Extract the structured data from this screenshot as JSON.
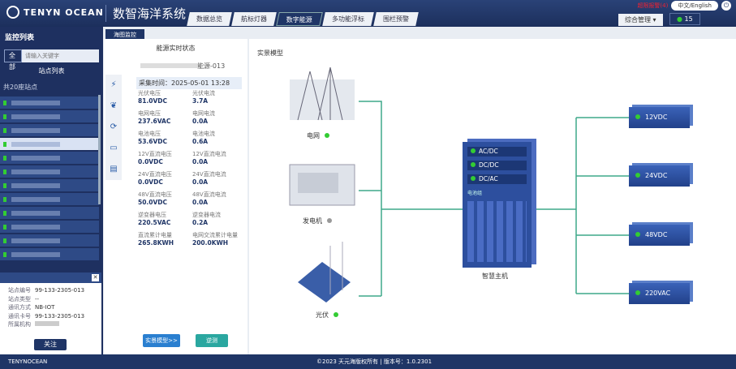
{
  "header": {
    "brand": "TENYN OCEAN",
    "system": "数智海洋系统",
    "tabs": [
      "数据总览",
      "航标灯器",
      "数字能源",
      "多功能浮标",
      "围栏预警"
    ],
    "active_tab": "数字能源",
    "alert": "超限报警(4)",
    "lang": "中文/English",
    "mgmt": "综合管理",
    "count": "15"
  },
  "sidebar": {
    "title": "监控列表",
    "filter": "全部",
    "search_placeholder": "请输入关键字",
    "list_title": "站点列表",
    "total": "共20座站点"
  },
  "info": {
    "rows": [
      {
        "k": "站点编号",
        "v": "99-133-2305-013"
      },
      {
        "k": "站点类型",
        "v": "--"
      },
      {
        "k": "通讯方式",
        "v": "NB-IOT"
      },
      {
        "k": "通讯卡号",
        "v": "99-133-2305-013"
      },
      {
        "k": "所属机构",
        "v": ""
      }
    ],
    "follow": "关注"
  },
  "breadcrumb": "海图监控",
  "panel": {
    "title": "能源实时状态",
    "device": "能源-013",
    "time_label": "采集时间：",
    "time": "2025-05-01 13:28",
    "metrics": [
      {
        "l": "光伏电压",
        "v": "81.0VDC"
      },
      {
        "l": "光伏电流",
        "v": "3.7A"
      },
      {
        "l": "电网电压",
        "v": "237.6VAC"
      },
      {
        "l": "电网电流",
        "v": "0.0A"
      },
      {
        "l": "电池电压",
        "v": "53.6VDC"
      },
      {
        "l": "电池电流",
        "v": "0.6A"
      },
      {
        "l": "12V直流电压",
        "v": "0.0VDC"
      },
      {
        "l": "12V直流电流",
        "v": "0.0A"
      },
      {
        "l": "24V直流电压",
        "v": "0.0VDC"
      },
      {
        "l": "24V直流电流",
        "v": "0.0A"
      },
      {
        "l": "48V直流电压",
        "v": "50.0VDC"
      },
      {
        "l": "48V直流电流",
        "v": "0.0A"
      },
      {
        "l": "逆变器电压",
        "v": "220.5VAC"
      },
      {
        "l": "逆变器电流",
        "v": "0.2A"
      },
      {
        "l": "直流累计电量",
        "v": "265.8KWH"
      },
      {
        "l": "电网交流累计电量",
        "v": "200.0KWH"
      }
    ],
    "btn_model": "实景模型>>",
    "btn_test": "逆测"
  },
  "diagram": {
    "title": "实景模型",
    "grid": "电网",
    "generator": "发电机",
    "pv": "光伏",
    "host": "智慧主机",
    "modules": [
      "AC/DC",
      "DC/DC",
      "DC/AC"
    ],
    "battery": "电池组",
    "outputs": [
      "12VDC",
      "24VDC",
      "48VDC",
      "220VAC"
    ]
  },
  "footer": {
    "brand": "TENYNOCEAN",
    "copyright": "©2023 天元海版权所有 | 版本号：1.0.2301"
  }
}
